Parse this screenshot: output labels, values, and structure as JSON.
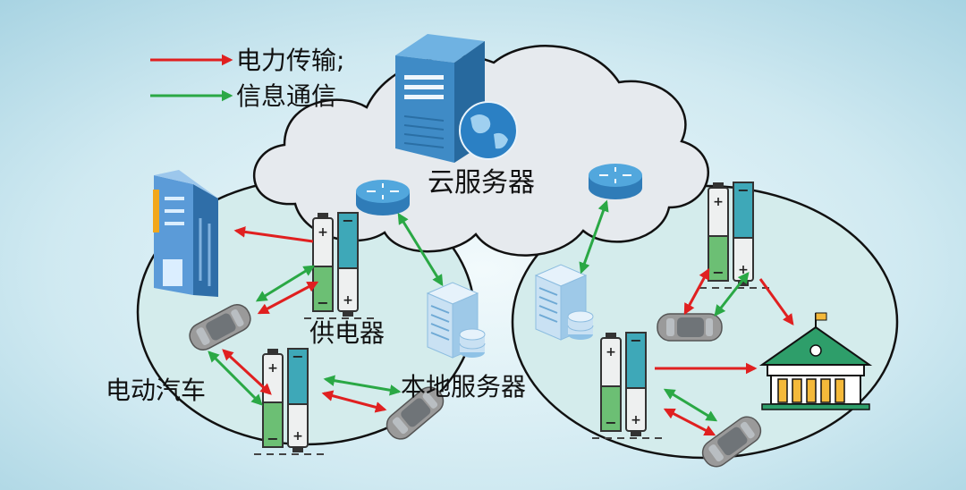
{
  "legend": {
    "power": "电力传输;",
    "info": "信息通信"
  },
  "labels": {
    "cloud_server": "云服务器",
    "charger": "供电器",
    "ev": "电动汽车",
    "local_server": "本地服务器"
  },
  "colors": {
    "power_arrow": "#e02020",
    "info_arrow": "#2aa845",
    "background": "#bfe3ee",
    "cloud_fill": "#e6eaee",
    "microgrid_fill": "#d4ecec",
    "server_blue": "#4f93c9",
    "battery_green": "#5fb86a",
    "battery_teal": "#3ea8b8",
    "car_gray": "#9a9a9a",
    "building_blue": "#5b9bd8",
    "house_green": "#2e9e6a"
  }
}
